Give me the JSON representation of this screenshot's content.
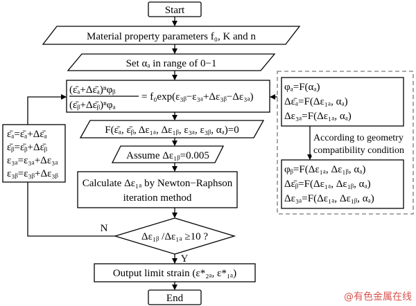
{
  "flowchart": {
    "start": "Start",
    "material_params": "Material property parameters f₀, K and n",
    "set_alpha": "Set αₐ in range of 0−1",
    "equation_line1": "(ε̄ₐ+Δε̄ₐ)ⁿφᵦ",
    "equation_line2": "(ε̄ᵦ+Δε̄ᵦ)ⁿφₐ",
    "equation_rhs": "= f₀exp(ε₃ᵦ−ε₃ₐ+Δε₃ᵦ−Δε₃ₐ)",
    "function_eq": "F(ε̄ₐ, ε̄ᵦ, Δε₁ₐ, Δε₁ᵦ, ε₃ₐ, ε₃ᵦ, αₐ)=0",
    "assume": "Assume Δε₁ᵦ=0.005",
    "calculate_line1": "Calculate Δε₁ₐ by Newton−Raphson",
    "calculate_line2": "iteration method",
    "decision": "Δε₁ᵦ /Δε₁ₐ ≥10 ?",
    "no_label": "N",
    "yes_label": "Y",
    "output": "Output limit strain (ε*₂ₐ, ε*₁ₐ)",
    "end": "End",
    "update_lines": [
      "ε̄ₐ=ε̄ₐ+Δε̄ₐ",
      "ε̄ᵦ=ε̄ᵦ+Δε̄ᵦ",
      "ε₃ₐ=ε₃ₐ+Δε₃ₐ",
      "ε₃ᵦ=ε₃ᵦ+Δε₃ᵦ"
    ],
    "side_top_lines": [
      "φₐ=F(αₐ)",
      "Δε̄ₐ=F(Δε₁ₐ, αₐ)",
      "Δε₃ₐ=F(Δε₁ₐ, αₐ)"
    ],
    "geometry_note_line1": "According to geometry",
    "geometry_note_line2": "compatibility condition",
    "side_bottom_lines": [
      "φᵦ=F(Δε₁ₐ, Δε₁ᵦ, αₐ)",
      "Δε̄ᵦ=F(Δε₁ₐ, Δε₁ᵦ, αₐ)",
      "Δε₃ₐ=F(Δε₁ₐ, Δε₁ᵦ, αₐ)"
    ]
  },
  "watermark": "@有色金属在线"
}
